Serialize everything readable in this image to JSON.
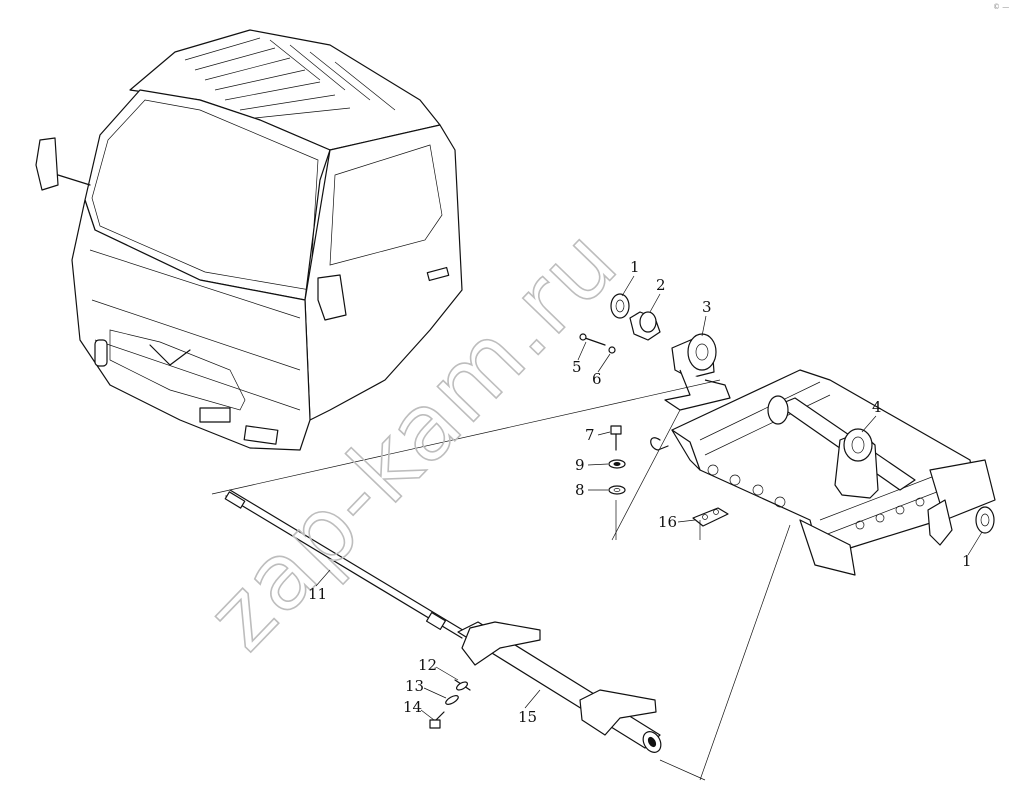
{
  "watermark": "zap-kam.ru",
  "corner_mark": "© —",
  "callouts": {
    "c1a": "1",
    "c2": "2",
    "c3": "3",
    "c4": "4",
    "c5": "5",
    "c6": "6",
    "c7": "7",
    "c8": "8",
    "c9": "9",
    "c16": "16",
    "c1b": "1",
    "c11": "11",
    "c12": "12",
    "c13": "13",
    "c14": "14",
    "c15": "15"
  }
}
